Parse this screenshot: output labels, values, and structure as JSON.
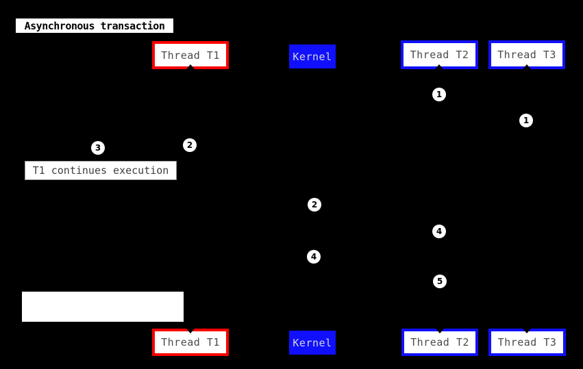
{
  "diagram": {
    "type": "sequence",
    "title": "Asynchronous transaction",
    "participants": [
      {
        "id": "thread-t1",
        "label": "Thread T1",
        "style": "red-outline"
      },
      {
        "id": "kernel",
        "label": "Kernel",
        "style": "blue-solid"
      },
      {
        "id": "thread-t2",
        "label": "Thread T2",
        "style": "blue-outline"
      },
      {
        "id": "thread-t3",
        "label": "Thread T3",
        "style": "blue-outline"
      }
    ],
    "notes": [
      {
        "text": "T1 continues execution"
      },
      {
        "text": ""
      }
    ],
    "markers": [
      {
        "label": "1"
      },
      {
        "label": "1"
      },
      {
        "label": "2"
      },
      {
        "label": "3"
      },
      {
        "label": "2"
      },
      {
        "label": "4"
      },
      {
        "label": "4"
      },
      {
        "label": "5"
      }
    ],
    "colors": {
      "background": "#000000",
      "accent_red": "#fa0000",
      "accent_blue": "#1010ff",
      "box_fill": "#ffffff",
      "box_text": "#4a4a4a",
      "kernel_text": "#d6d6d6"
    }
  }
}
